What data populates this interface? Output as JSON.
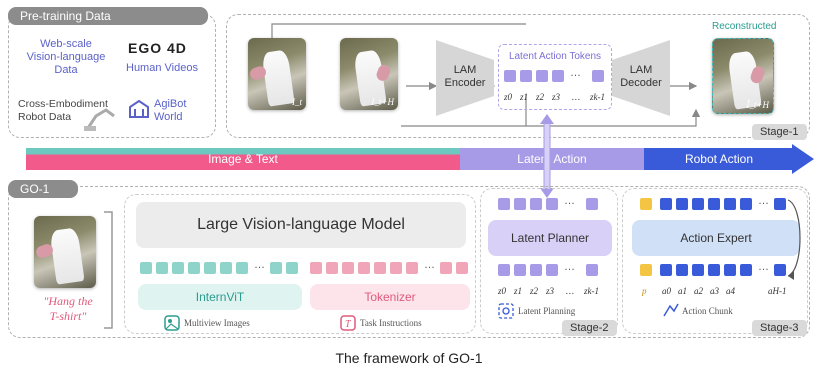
{
  "pretraining": {
    "tag": "Pre-training Data",
    "web_scale": "Web-scale\nVision-language\nData",
    "ego4d_logo": "EGO 4D",
    "human_videos": "Human Videos",
    "cross_embodiment": "Cross-Embodiment\nRobot Data",
    "agibot_world": "AgiBot\nWorld"
  },
  "stage1": {
    "lam_encoder": "LAM\nEncoder",
    "latent_action_tokens": "Latent Action Tokens",
    "lam_decoder": "LAM\nDecoder",
    "reconstructed": "Reconstructed",
    "frame_labels": [
      "I_t",
      "I_t+H",
      "Î_t+H"
    ],
    "z_labels": [
      "z0",
      "z1",
      "z2",
      "z3",
      "…",
      "zk-1"
    ],
    "stage_tag": "Stage-1"
  },
  "banner": {
    "image_text": "Image & Text",
    "latent_action": "Latent Action",
    "robot_action": "Robot Action",
    "colors": {
      "image_text": "#f15a8a",
      "latent_action": "#a79be8",
      "robot_action": "#3a5bd9",
      "teal": "#6dc9c0"
    }
  },
  "go1": {
    "tag": "GO-1",
    "instruction": "\"Hang the\nT-shirt\"",
    "vlm_title": "Large Vision-language Model",
    "internvit": "InternViT",
    "tokenizer": "Tokenizer",
    "multiview_images": "Multiview Images",
    "task_instructions": "Task Instructions",
    "latent_planner": "Latent Planner",
    "latent_planning": "Latent Planning",
    "stage2_tag": "Stage-2",
    "action_expert": "Action Expert",
    "action_chunk": "Action Chunk",
    "stage3_tag": "Stage-3",
    "a_labels": [
      "p",
      "a0",
      "a1",
      "a2",
      "a3",
      "a4",
      "aH-1"
    ],
    "planner_z_labels": [
      "z0",
      "z1",
      "z2",
      "z3",
      "…",
      "zk-1"
    ]
  },
  "caption": "The framework of GO-1"
}
